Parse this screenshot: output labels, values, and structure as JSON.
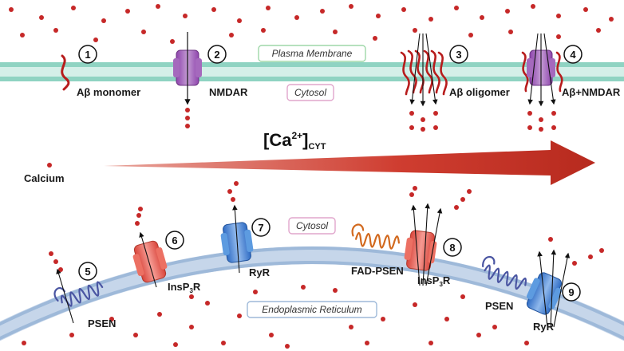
{
  "labels": {
    "plasma_membrane": "Plasma Membrane",
    "cytosol_top": "Cytosol",
    "cytosol_bottom": "Cytosol",
    "er": "Endoplasmic Reticulum",
    "calcium": "Calcium",
    "ca_main": "[Ca",
    "ca_sup": "2+",
    "ca_close": "]",
    "ca_sub": "CYT",
    "abeta_monomer": "Aβ monomer",
    "nmdar": "NMDAR",
    "abeta_oligomer": "Aβ oligomer",
    "abeta_nmdar": "Aβ+NMDAR",
    "psen_left": "PSEN",
    "insp3r_left": "InsP",
    "insp3r_left_sub": "3",
    "insp3r_left_end": "R",
    "ryr_left": "RyR",
    "fad_psen": "FAD-PSEN",
    "insp3r_right": "InsP",
    "insp3r_right_sub": "3",
    "insp3r_right_end": "R",
    "psen_right": "PSEN",
    "ryr_right": "RyR"
  },
  "badges": [
    "1",
    "2",
    "3",
    "4",
    "5",
    "6",
    "7",
    "8",
    "9"
  ],
  "colors": {
    "calcium": "#c62828",
    "membrane": "#a8ddd0",
    "er_membrane": "#9eb9d9",
    "nmdar": "#9b59b6",
    "insp3r": "#e74c3c",
    "ryr": "#3a7bd5",
    "psen": "#4a55a2",
    "fad_psen": "#d2691e",
    "abeta": "#b71c1c",
    "arrow": "#c0392b"
  },
  "icons": [
    "nmdar-channel-icon",
    "insp3r-channel-icon",
    "ryr-channel-icon",
    "psen-protein-icon",
    "abeta-peptide-icon",
    "calcium-ion-icon",
    "gradient-arrow-icon"
  ]
}
